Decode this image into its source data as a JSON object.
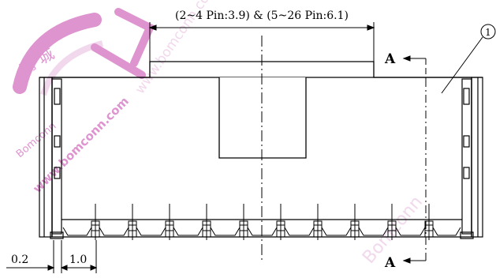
{
  "drawing": {
    "dimension_top": "(2~4  Pin:3.9) & (5~26  Pin:6.1)",
    "section_label_top": "A",
    "section_label_bottom": "A",
    "callout_number": "1",
    "dim_left_small": "0.2",
    "dim_pitch": "1.0",
    "watermark_brand": "Bomconn",
    "watermark_url": "www.bomconn.com",
    "watermark_cn": "商 城",
    "pin_count_visible": 10,
    "colors": {
      "line": "#000000",
      "watermark": "#c23ca8",
      "watermark_soft": "#e6b8dd"
    }
  }
}
